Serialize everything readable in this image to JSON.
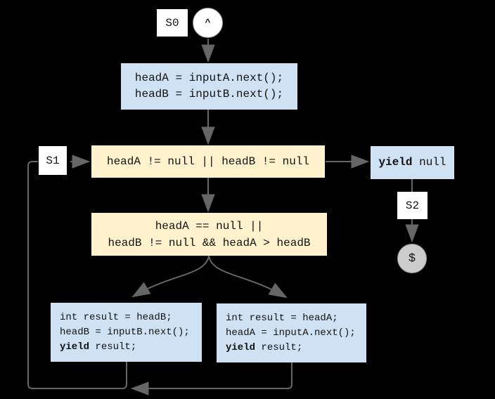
{
  "diagram": {
    "description": "State machine flowchart of a merge generator",
    "colors": {
      "background": "#000000",
      "process_fill": "#cfe2f3",
      "condition_fill": "#fff2cc",
      "terminal_fill": "#cccccc",
      "state_label_fill": "#ffffff",
      "connector": "#666666",
      "text": "#111111"
    },
    "nodes": {
      "s0": {
        "label": "S0"
      },
      "start": {
        "symbol": "^"
      },
      "init": {
        "lines": [
          "headA = inputA.next();",
          "headB = inputB.next();"
        ]
      },
      "s1": {
        "label": "S1"
      },
      "cond1": {
        "text": "headA != null || headB != null"
      },
      "yield_null": {
        "keyword": "yield",
        "rest": " null"
      },
      "s2": {
        "label": "S2"
      },
      "end": {
        "symbol": "$"
      },
      "cond2": {
        "lines": [
          "headA == null ||",
          "headB != null && headA > headB"
        ]
      },
      "branch_b": {
        "lines": [
          "int result = headB;",
          "headB = inputB.next();"
        ],
        "yield_keyword": "yield",
        "yield_rest": " result;"
      },
      "branch_a": {
        "lines": [
          "int result = headA;",
          "headA = inputA.next();"
        ],
        "yield_keyword": "yield",
        "yield_rest": " result;"
      }
    }
  }
}
